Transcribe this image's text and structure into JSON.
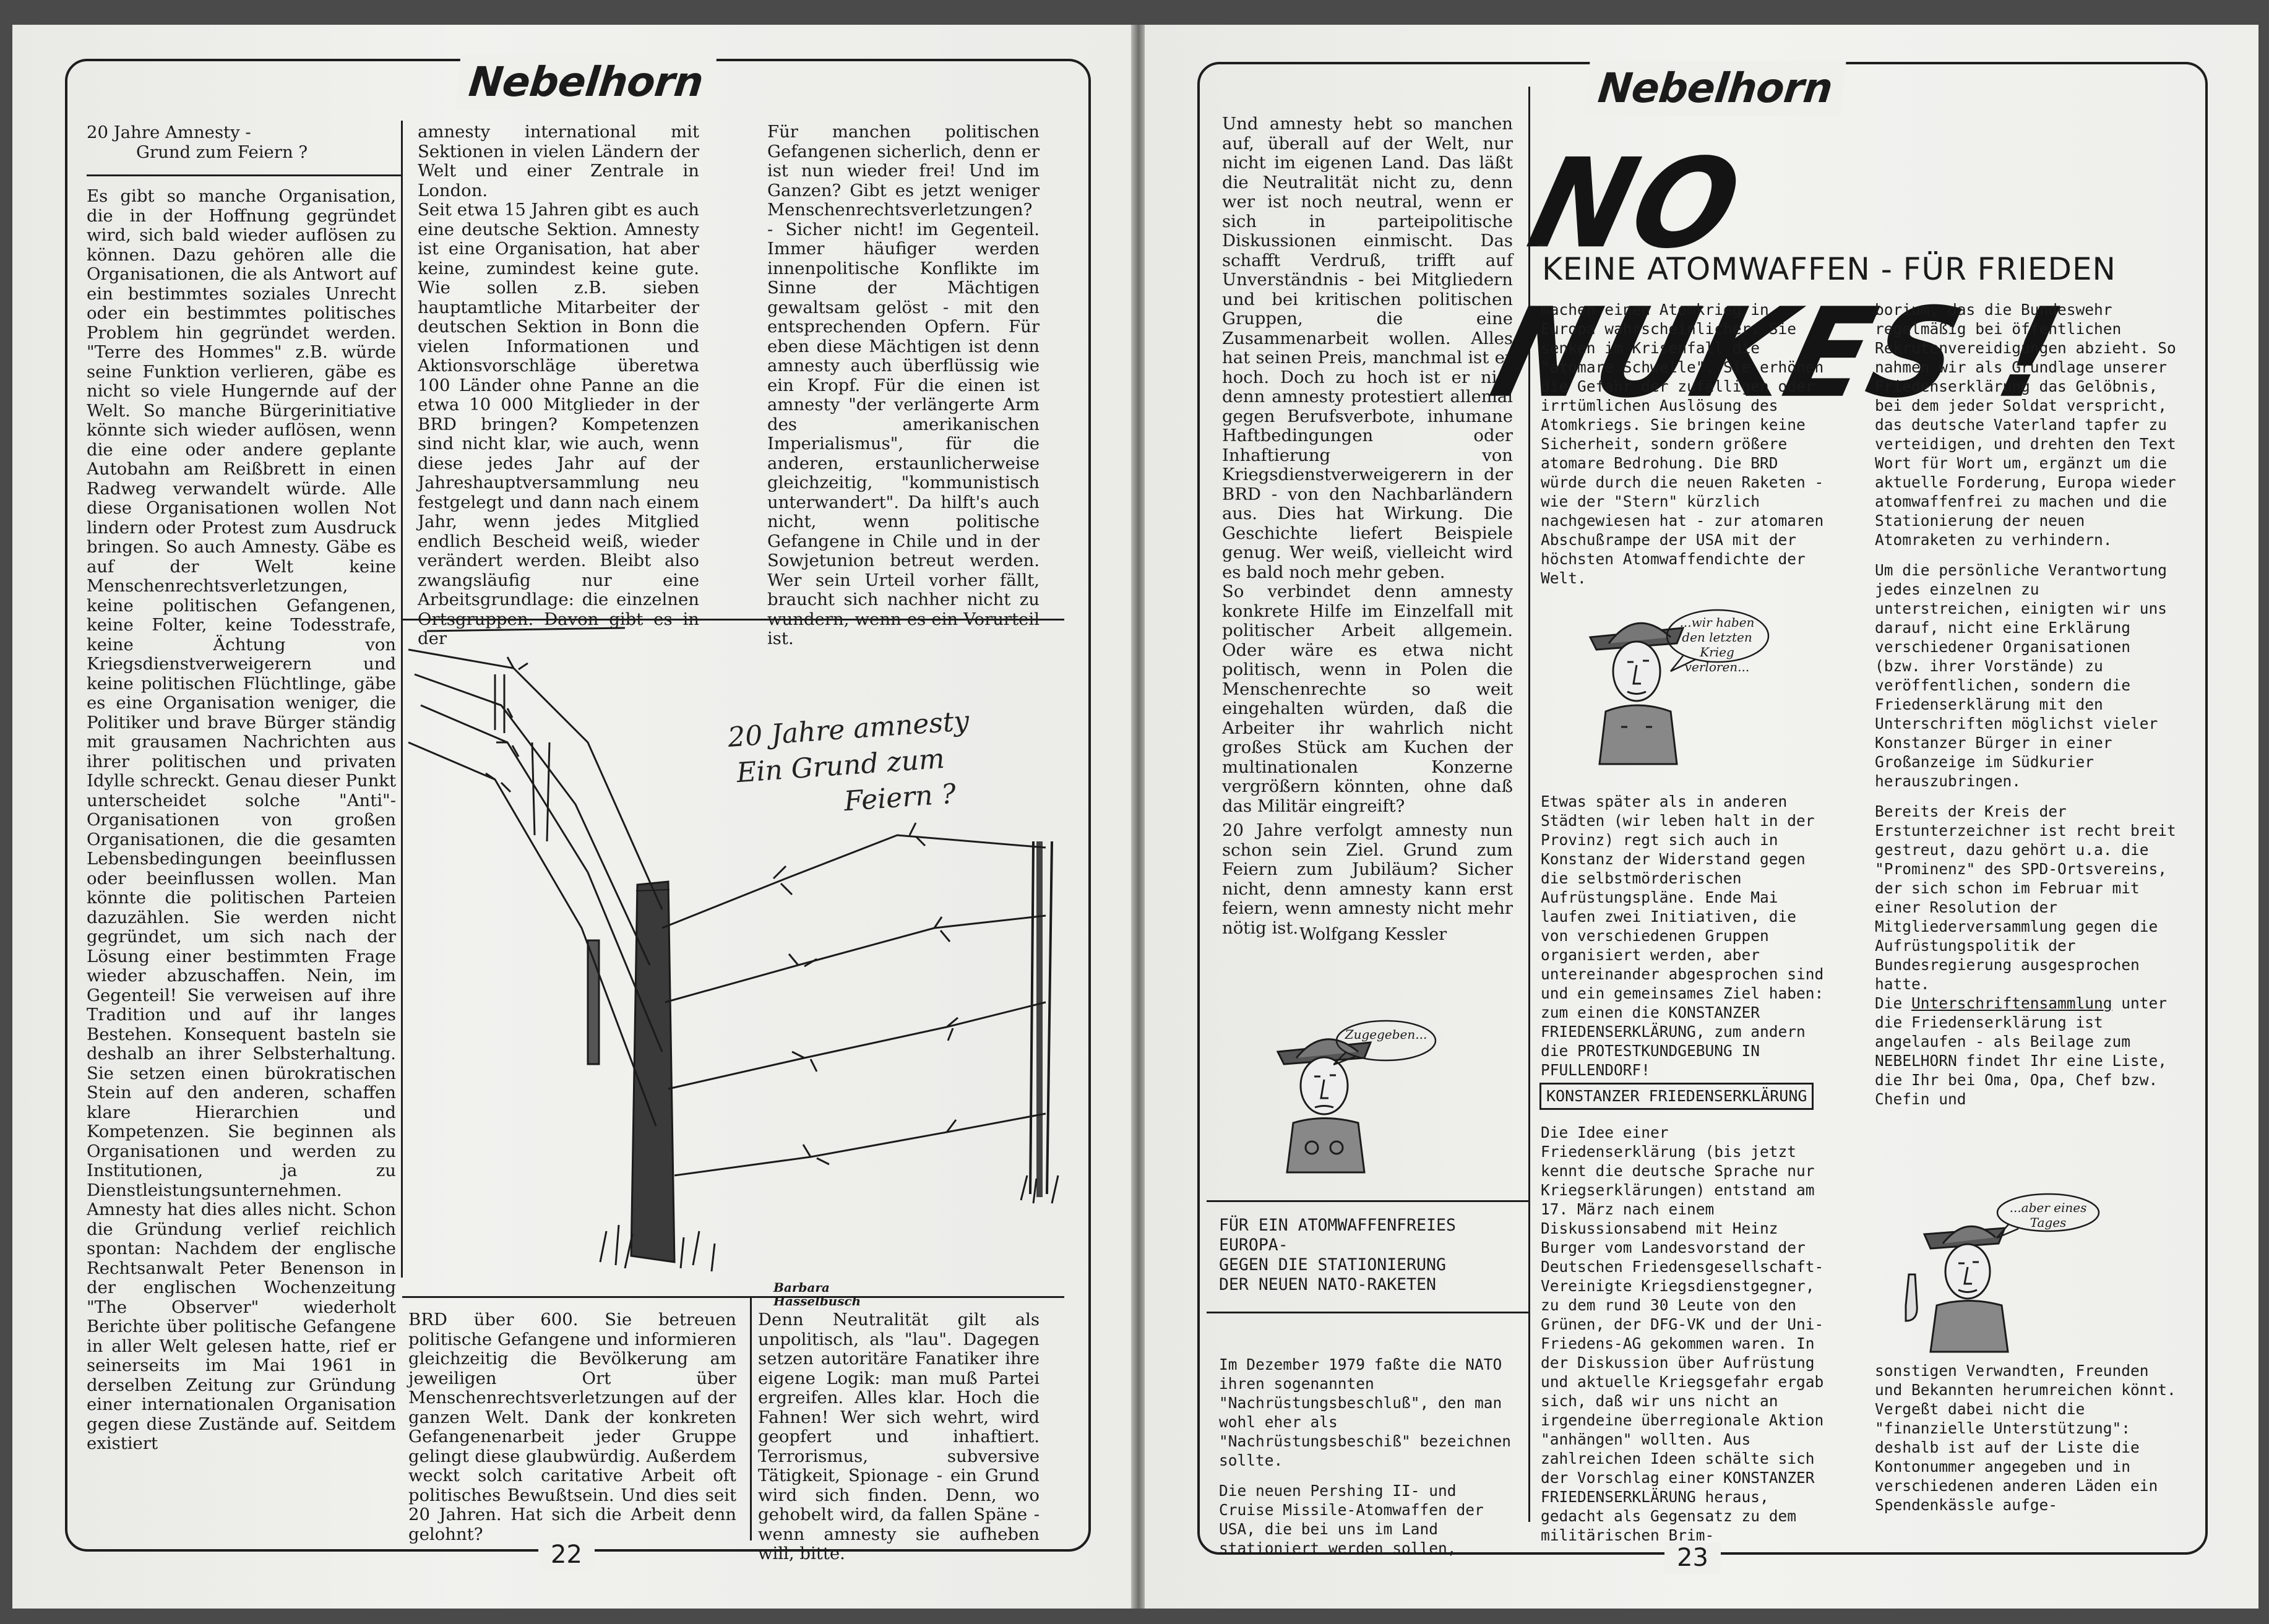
{
  "masthead": "Nebelhorn",
  "pages": {
    "left_number": "22",
    "right_number": "23"
  },
  "left": {
    "heading_line1": "20 Jahre Amnesty -",
    "heading_line2": "Grund zum Feiern ?",
    "col1": "Es gibt so manche Organisation, die in der Hoffnung gegründet wird, sich bald wieder auflösen zu können. Dazu gehören alle die Organisationen, die als Antwort auf ein bestimmtes soziales Unrecht oder ein bestimmtes politisches Problem hin gegründet werden. \"Terre des Hommes\" z.B. würde seine Funktion verlieren, gäbe es nicht so viele Hungernde auf der Welt. So manche Bürgerinitiative könnte sich wieder auflösen, wenn die eine oder andere geplante Autobahn am Reißbrett in einen Radweg verwandelt würde. Alle diese Organisationen wollen Not lindern oder Protest zum Ausdruck bringen. So auch Amnesty. Gäbe es auf der Welt keine Menschenrechtsverletzungen, keine politischen Gefangenen, keine Folter, keine Todesstrafe, keine Ächtung von Kriegsdienstverweigerern und keine politischen Flüchtlinge, gäbe es eine Organisation weniger, die Politiker und brave Bürger ständig mit grausamen Nachrichten aus ihrer politischen und privaten Idylle schreckt. Genau dieser Punkt unterscheidet solche \"Anti\"-Organisationen von großen Organisationen, die die gesamten Lebensbedingungen beeinflussen oder beeinflussen wollen. Man könnte die politischen Parteien dazuzählen. Sie werden nicht gegründet, um sich nach der Lösung einer bestimmten Frage wieder abzuschaffen. Nein, im Gegenteil! Sie verweisen auf ihre Tradition und auf ihr langes Bestehen. Konsequent basteln sie deshalb an ihrer Selbsterhaltung. Sie setzen einen bürokratischen Stein auf den anderen, schaffen klare Hierarchien und Kompetenzen. Sie beginnen als Organisationen und werden zu Institutionen, ja zu Dienstleistungsunternehmen.",
    "col1b": "Amnesty hat dies alles nicht. Schon die Gründung verlief reichlich spontan: Nachdem der englische Rechtsanwalt Peter Benenson in der englischen Wochenzeitung \"The Observer\" wiederholt Berichte über politische Gefangene in aller Welt gelesen hatte, rief er seinerseits im Mai 1961 in derselben Zeitung zur Gründung einer internationalen Organisation gegen diese Zustände auf. Seitdem existiert",
    "col2a": "amnesty international mit Sektionen in vielen Ländern der Welt und einer Zentrale in London.",
    "col2b": "Seit etwa 15 Jahren gibt es auch eine deutsche Sektion. Amnesty ist eine Organisation, hat aber keine, zumindest keine gute. Wie sollen z.B. sieben hauptamtliche Mitarbeiter der deutschen Sektion in Bonn die vielen Informationen und Aktionsvorschläge überetwa 100 Länder ohne Panne an die etwa 10 000 Mitglieder in der BRD bringen? Kompetenzen sind nicht klar, wie auch, wenn diese jedes Jahr auf der Jahreshauptversammlung neu festgelegt und dann nach einem Jahr, wenn jedes Mitglied endlich Bescheid weiß, wieder verändert werden. Bleibt also zwangsläufig nur eine Arbeitsgrundlage: die einzelnen Ortsgruppen. Davon gibt es in der",
    "col3": "Für manchen politischen Gefangenen sicherlich, denn er ist nun wieder frei! Und im Ganzen? Gibt es jetzt weniger Menschenrechtsverletzungen? - Sicher nicht! im Gegenteil. Immer häufiger werden innenpolitische Konflikte im Sinne der Mächtigen gewaltsam gelöst - mit den entsprechenden Opfern. Für eben diese Mächtigen ist denn amnesty auch überflüssig wie ein Kropf. Für die einen ist amnesty \"der verlängerte Arm des amerikanischen Imperialismus\", für die anderen, erstaunlicherweise gleichzeitig, \"kommunistisch unterwandert\". Da hilft's auch nicht, wenn politische Gefangene in Chile und in der Sowjetunion betreut werden. Wer sein Urteil vorher fällt, braucht sich nachher nicht zu wundern, wenn es ein Vorurteil ist.",
    "col2c": "BRD über 600. Sie betreuen politische Gefangene und informieren gleichzeitig die Bevölkerung am jeweiligen Ort über Menschenrechtsverletzungen auf der ganzen Welt. Dank der konkreten Gefangenenarbeit jeder Gruppe gelingt diese glaubwürdig. Außerdem weckt solch caritative Arbeit oft politisches Bewußtsein. Und dies seit 20 Jahren. Hat sich die Arbeit denn gelohnt?",
    "col3b": "Denn Neutralität gilt als unpolitisch, als \"lau\". Dagegen setzen autoritäre Fanatiker ihre eigene Logik: man muß Partei ergreifen. Alles klar. Hoch die Fahnen! Wer sich wehrt, wird geopfert und inhaftiert. Terrorismus, subversive Tätigkeit, Spionage - ein Grund wird sich finden. Denn, wo gehobelt wird, da fallen Späne - wenn amnesty sie aufheben will, bitte.",
    "drawing_caption_line1": "20 Jahre amnesty",
    "drawing_caption_line2": "Ein Grund zum",
    "drawing_caption_line3": "Feiern ?",
    "artist_line1": "Barbara",
    "artist_line2": "Hasselbusch"
  },
  "right": {
    "col1": "Und amnesty hebt so manchen auf, überall auf der Welt, nur nicht im eigenen Land. Das läßt die Neutralität nicht zu, denn wer ist noch neutral, wenn er sich in parteipolitische Diskussionen einmischt. Das schafft Verdruß, trifft auf Unverständnis - bei Mitgliedern und bei kritischen politischen Gruppen, die eine Zusammenarbeit wollen. Alles hat seinen Preis, manchmal ist er hoch. Doch zu hoch ist er nie; denn amnesty protestiert allemal gegen Berufsverbote, inhumane Haftbedingungen oder Inhaftierung von Kriegsdienstverweigerern in der BRD - von den Nachbarländern aus. Dies hat Wirkung. Die Geschichte liefert Beispiele genug. Wer weiß, vielleicht wird es bald noch mehr geben.",
    "col1b": "So verbindet denn amnesty konkrete Hilfe im Einzelfall mit politischer Arbeit allgemein. Oder wäre es etwa nicht politisch, wenn in Polen die Menschenrechte so weit eingehalten würden, daß die Arbeiter ihr wahrlich nicht großes Stück am Kuchen der multinationalen Konzerne vergrößern könnten, ohne daß das Militär eingreift?",
    "col1c": "20 Jahre verfolgt amnesty nun schon sein Ziel. Grund zum Feiern zum Jubiläum? Sicher nicht, denn amnesty kann erst feiern, wenn amnesty nicht mehr nötig ist.",
    "signature": "Wolfgang Kessler",
    "headline": "NO NUKES !",
    "subheadline": "KEINE ATOMWAFFEN - FÜR FRIEDEN",
    "col2a": "machen einen Atomkrieg in Europa wahrscheinlicher. Sie senken im Krisenfall die \"atomare Schwelle\". Sie erhöhen die Gefahr der zufälligen oder irrtümlichen Auslösung des Atomkriegs. Sie bringen keine Sicherheit, sondern größere atomare Bedrohung. Die BRD würde durch die neuen Raketen - wie der \"Stern\" kürzlich nachgewiesen hat - zur atomaren Abschußrampe der USA mit der höchsten Atomwaffendichte der Welt.",
    "col2b": "Etwas später als in anderen Städten (wir leben halt in der Provinz) regt sich auch in Konstanz der Widerstand gegen die selbstmörderischen Aufrüstungspläne. Ende Mai laufen zwei Initiativen, die von verschiedenen Gruppen organisiert werden, aber untereinander abgesprochen sind und ein gemeinsames Ziel haben: zum einen die KONSTANZER FRIEDENSERKLÄRUNG, zum andern die PROTESTKUNDGEBUNG IN PFULLENDORF!",
    "box_label": "KONSTANZER FRIEDENSERKLÄRUNG",
    "col2c": "Die Idee einer Friedenserklärung (bis jetzt kennt die deutsche Sprache nur Kriegserklärungen) entstand am 17. März nach einem Diskussionsabend mit Heinz Burger vom Landesvorstand der Deutschen Friedensgesellschaft-Vereinigte Kriegsdienstgegner, zu dem rund 30 Leute von den Grünen, der DFG-VK und der Uni-Friedens-AG gekommen waren. In der Diskussion über Aufrüstung und aktuelle Kriegsgefahr ergab sich, daß wir uns nicht an irgendeine überregionale Aktion \"anhängen\" wollten. Aus zahlreichen Ideen schälte sich der Vorschlag einer KONSTANZER FRIEDENSERKLÄRUNG heraus, gedacht als Gegensatz zu dem militärischen Brim-",
    "col3a": "borium, das die Bundeswehr regelmäßig bei öffentlichen Rekrutenvereidigungen abzieht. So nahmen wir als Grundlage unserer Friedenserklärung das Gelöbnis, bei dem jeder Soldat verspricht, das deutsche Vaterland tapfer zu verteidigen, und drehten den Text Wort für Wort um, ergänzt um die aktuelle Forderung, Europa wieder atomwaffenfrei zu machen und die Stationierung der neuen Atomraketen zu verhindern.",
    "col3b": "Um die persönliche Verantwortung jedes einzelnen zu unterstreichen, einigten wir uns darauf, nicht eine Erklärung verschiedener Organisationen (bzw. ihrer Vorstände) zu veröffentlichen, sondern die Friedenserklärung mit den Unterschriften möglichst vieler Konstanzer Bürger in einer Großanzeige im Südkurier herauszubringen.",
    "col3c": "Bereits der Kreis der Erstunterzeichner ist recht breit gestreut, dazu gehört u.a. die \"Prominenz\" des SPD-Ortsvereins, der sich schon im Februar mit einer Resolution der Mitgliederversammlung gegen die Aufrüstungspolitik der Bundesregierung ausgesprochen hatte.",
    "col3d_underlined": "Unterschriftensammlung",
    "col3d_prefix": "Die ",
    "col3d": " unter die Friedenserklärung ist angelaufen - als Beilage zum NEBELHORN findet Ihr eine Liste, die Ihr bei Oma, Opa, Chef bzw. Chefin und",
    "col3e": "sonstigen Verwandten, Freunden und Bekannten herumreichen könnt. Vergeßt dabei nicht die \"finanzielle Unterstützung\": deshalb ist auf der Liste die Kontonummer angegeben und in verschiedenen anderen Läden ein Spendenkässle aufge-",
    "callout_line1": "FÜR EIN ATOMWAFFENFREIES",
    "callout_line2": "EUROPA-",
    "callout_line3": "GEGEN DIE STATIONIERUNG",
    "callout_line4": "DER NEUEN NATO-RAKETEN",
    "col1d": "Im Dezember 1979 faßte die NATO ihren sogenannten \"Nachrüstungsbeschluß\", den man wohl eher als \"Nachrüstungsbeschiß\" bezeichnen sollte.",
    "col1e": "Die neuen Pershing II- und Cruise Missile-Atomwaffen der USA, die bei uns im Land stationiert werden sollen,",
    "bubble1_line1": "...wir haben",
    "bubble1_line2": "den letzten Krieg",
    "bubble1_line3": "verloren...",
    "bubble2": "Zugegeben...",
    "bubble3": "...aber eines Tages"
  },
  "colors": {
    "paper": "#efefec",
    "ink": "#1b1b1b",
    "background": "#4a4a4a"
  }
}
